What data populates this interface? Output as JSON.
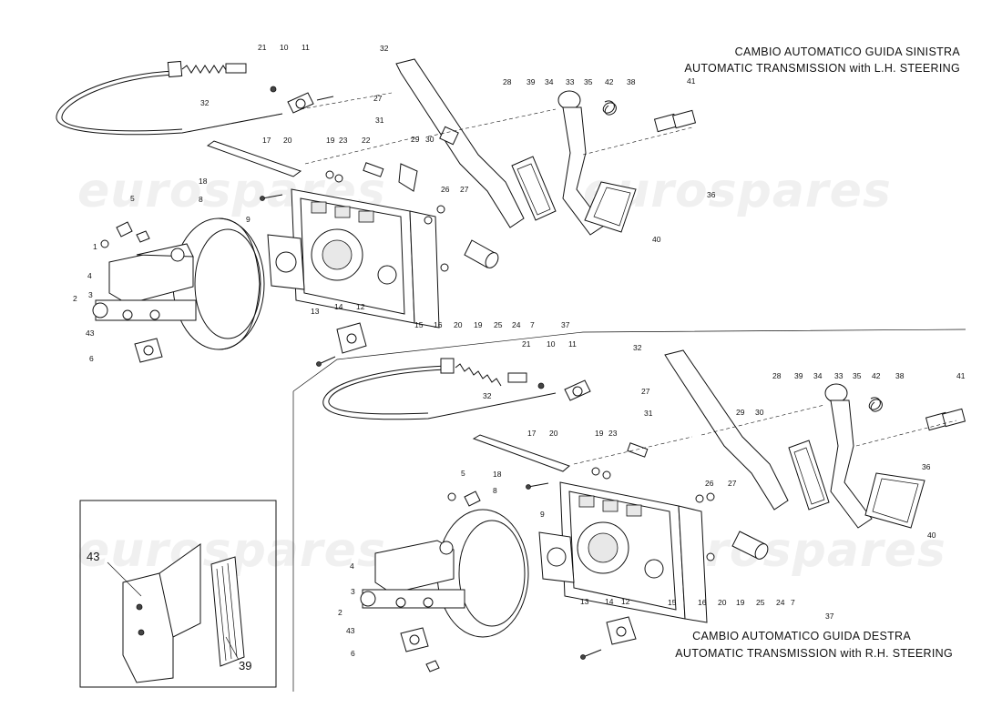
{
  "titles": {
    "top_line1": "CAMBIO AUTOMATICO GUIDA SINISTRA",
    "top_line2": "AUTOMATIC TRANSMISSION with L.H. STEERING",
    "bottom_line1": "CAMBIO AUTOMATICO GUIDA DESTRA",
    "bottom_line2": "AUTOMATIC TRANSMISSION with R.H. STEERING"
  },
  "watermark": "eurospares",
  "callouts_top": [
    "21",
    "10",
    "11",
    "32",
    "32",
    "27",
    "31",
    "29",
    "30",
    "28",
    "39",
    "34",
    "33",
    "35",
    "42",
    "38",
    "41",
    "17",
    "20",
    "19",
    "23",
    "22",
    "26",
    "27",
    "18",
    "8",
    "5",
    "9",
    "1",
    "4",
    "2",
    "3",
    "43",
    "6",
    "13",
    "14",
    "12",
    "15",
    "16",
    "20",
    "19",
    "25",
    "24",
    "7",
    "37",
    "36",
    "40"
  ],
  "callouts_bottom": [
    "21",
    "10",
    "11",
    "32",
    "32",
    "27",
    "31",
    "28",
    "29",
    "30",
    "39",
    "34",
    "33",
    "35",
    "42",
    "38",
    "41",
    "17",
    "20",
    "19",
    "23",
    "18",
    "5",
    "8",
    "26",
    "27",
    "36",
    "40",
    "9",
    "4",
    "3",
    "2",
    "43",
    "6",
    "13",
    "14",
    "12",
    "15",
    "16",
    "20",
    "19",
    "25",
    "24",
    "7",
    "37"
  ],
  "inset": {
    "labels": [
      "43",
      "39"
    ]
  }
}
